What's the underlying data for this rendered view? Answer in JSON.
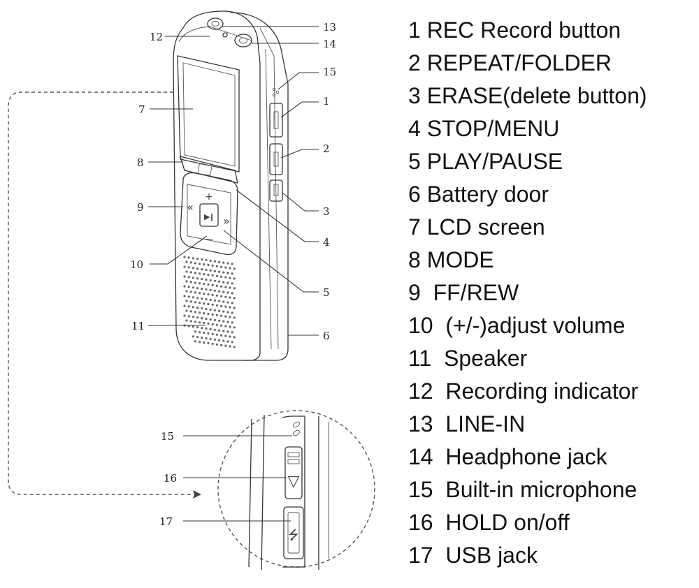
{
  "callouts": {
    "c1": "1",
    "c2": "2",
    "c3": "3",
    "c4": "4",
    "c5": "5",
    "c6": "6",
    "c7": "7",
    "c8": "8",
    "c9": "9",
    "c10": "10",
    "c11": "11",
    "c12": "12",
    "c13": "13",
    "c14": "14",
    "c15": "15",
    "c15b": "15",
    "c16": "16",
    "c17": "17"
  },
  "device_glyphs": {
    "volume_up": "+",
    "volume_down": "—",
    "rewind": "«",
    "fast_forward": "»",
    "play_pause": "▶‖",
    "hold_arrow": "▽",
    "usb_symbol": "⭍"
  },
  "legend": [
    "1 REC Record button",
    "2 REPEAT/FOLDER",
    "3 ERASE(delete button)",
    "4 STOP/MENU",
    "5 PLAY/PAUSE",
    "6 Battery door",
    "7 LCD screen",
    "8 MODE",
    "9  FF/REW",
    "10  (+/-)adjust volume",
    "11  Speaker",
    "12  Recording indicator",
    "13  LINE-IN",
    "14  Headphone jack",
    "15  Built-in microphone",
    "16  HOLD on/off",
    "17  USB jack"
  ]
}
